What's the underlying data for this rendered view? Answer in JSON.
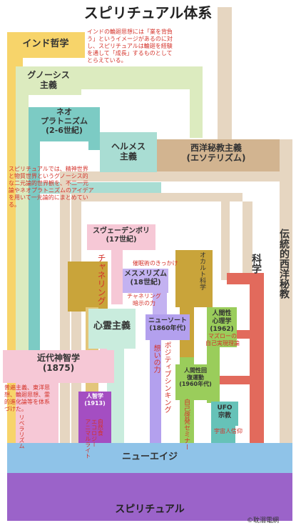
{
  "title": "スピリチュアル体系",
  "nodes": {
    "indo": "インド哲学",
    "gnosis": "グノーシス\n主義",
    "neo": "ネオ\nプラトニズム\n(2-6世紀)",
    "hermes": "ヘルメス\n主義",
    "western": "西洋秘教主義\n(エソテリズム)",
    "traditional": "伝統的西洋秘教",
    "science": "科学",
    "swedenborg": "スヴェーデンボリ\n(17世紀)",
    "channeling": "チャネリング",
    "mesmer": "メスメリズム\n(18世紀)",
    "occult": "オカルト科学",
    "humanistic": "人間性\n心理学\n(1962)",
    "spiritualism": "心霊主義",
    "newthought": "ニューソート\n(1860年代)",
    "theosophy": "近代神智学\n(1875)",
    "anthroposophy": "人智学\n(1913)",
    "hpm": "人間性回\n復運動\n(1960年代)",
    "ufo": "UFO\n宗教",
    "newage": "ニューエイジ",
    "spiritual": "スピリチュアル"
  },
  "notes": {
    "indo_note": "インドの輪廻思想には「業を背負\nう」というイメージがあるのに対\nし、スピリチュアルは輪廻を経験\nを通して「成長」するものとして\nとらえている。",
    "gnosis_note": "スピリチュアルでは、精神世界\nと物質世界というグノーシス的\nな二元論的世界観を、不二一元\n論やネオプラトニズムのアイデア\nを用いて一元論的にまとめてい\nる。",
    "hypnosis": "催眠術のきっかけ",
    "channeling_hint": "チャネリング\n暗示の力",
    "positive": "ポジティブシンキング",
    "omoi": "想いの力",
    "maslow": "マズローの\n自己実現理論",
    "seminar": "自己啓発セミナー",
    "alien": "宇宙人信仰",
    "theosophy_note": "普遍主義、東洋思\n想、輪廻思想、霊\n的進化論等を体系\nづけた。",
    "liberalism": "リベラリズム",
    "ecology": "自然食\nエコロジー\nアニマルライト"
  },
  "copyright": "©耽溺電網"
}
